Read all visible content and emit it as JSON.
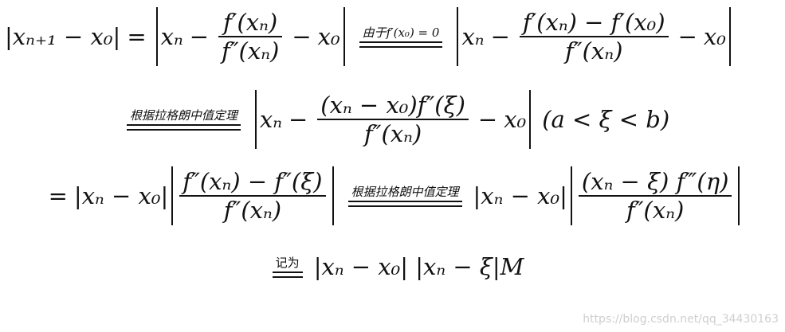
{
  "labels": {
    "since": "由于f′(x₀) = 0",
    "lagrange1": "根据拉格朗中值定理",
    "lagrange2": "根据拉格朗中值定理",
    "denote": "记为"
  },
  "expr": {
    "lhs": "|xₙ₊₁ − x₀|",
    "eq": "=",
    "xn": "xₙ",
    "minus": "−",
    "x0": "x₀",
    "fp_xn": "f′(xₙ)",
    "fpp_xn": "f″(xₙ)",
    "fp_diff": "f′(xₙ) − f′(x₀)",
    "num2": "(xₙ − x₀)f″(ξ)",
    "range": "(a < ξ < b)",
    "abs_xn_x0": "|xₙ − x₀|",
    "fpp_diff": "f″(xₙ) − f″(ξ)",
    "num3": "(xₙ − ξ) f‴(η)",
    "final_rhs": "|xₙ − x₀| |xₙ − ξ|M"
  },
  "watermark": "https://blog.csdn.net/qq_34430163"
}
